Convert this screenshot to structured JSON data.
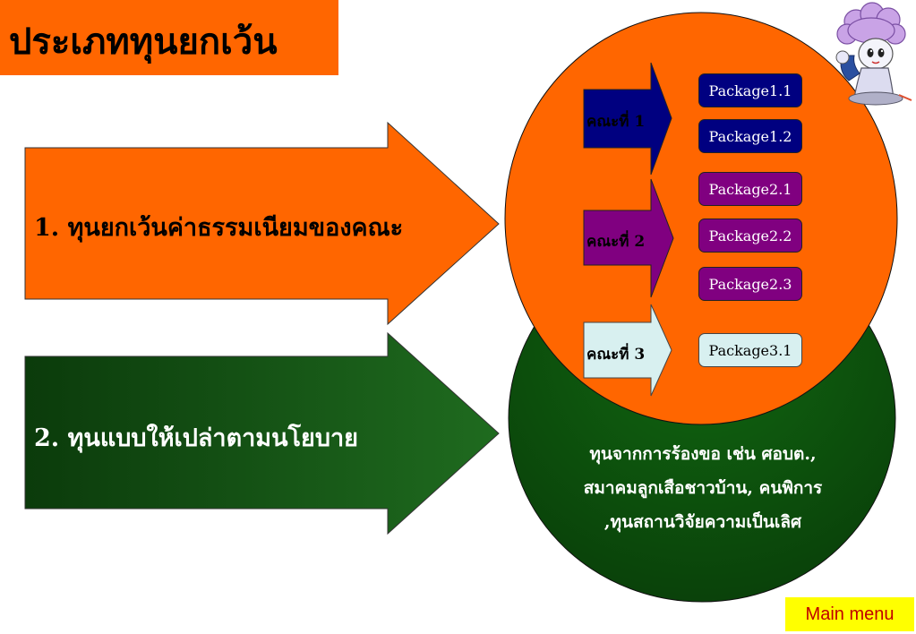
{
  "title": "ประเภททุนยกเว้น",
  "category_1": {
    "label": "1. ทุนยกเว้นค่าธรรมเนียมของคณะ",
    "faculties": [
      {
        "label": "คณะที่ 1",
        "packages": [
          "Package1.1",
          "Package1.2"
        ]
      },
      {
        "label": "คณะที่ 2",
        "packages": [
          "Package2.1",
          "Package2.2",
          "Package2.3"
        ]
      },
      {
        "label": "คณะที่ 3",
        "packages": [
          "Package3.1"
        ]
      }
    ]
  },
  "category_2": {
    "label": "2. ทุนแบบให้เปล่าตามนโยบาย",
    "description_lines": [
      "ทุนจากการร้องขอ เช่น ศอบต.,",
      "สมาคมลูกเสือชาวบ้าน, คนพิการ",
      ",ทุนสถานวิจัยความเป็นเลิศ"
    ]
  },
  "main_menu_label": "Main menu",
  "mascot_icon": "cartoon-mascot-icon",
  "colors": {
    "orange": "#ff6600",
    "dark_green": "#0a4a0a",
    "faculty_1": "#000080",
    "faculty_2": "#800080",
    "faculty_3": "#d8f0f0",
    "main_menu_bg": "#ffff00",
    "main_menu_text": "#c00000"
  }
}
